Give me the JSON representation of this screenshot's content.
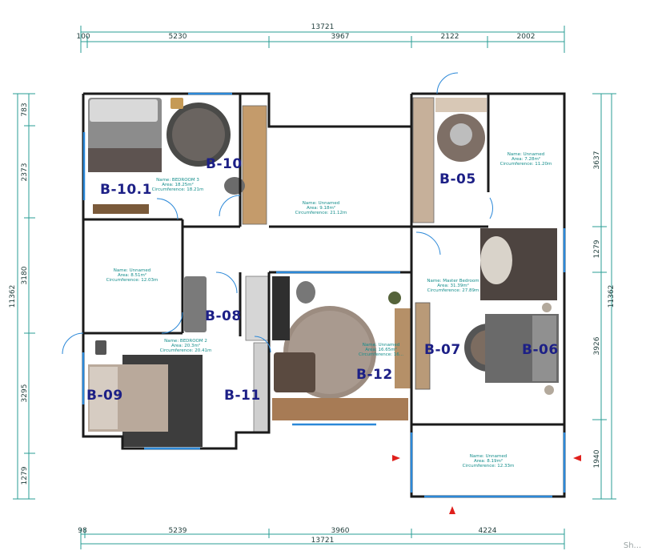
{
  "dimensions": {
    "top_total": "13721",
    "top": [
      "100",
      "5230",
      "3967",
      "2122",
      "2002"
    ],
    "bottom": [
      "98",
      "5239",
      "3960",
      "4224"
    ],
    "bottom_total": "13721",
    "left": [
      "783",
      "2373",
      "3180",
      "3295",
      "1279"
    ],
    "left_total": "11362",
    "right": [
      "3637",
      "1279",
      "3926",
      "1940"
    ],
    "right_total": "11362"
  },
  "rooms": [
    {
      "name": "Name: BEDROOM 3",
      "area": "Area: 18.25m²",
      "circ": "Circumference: 18.21m"
    },
    {
      "name": "Name: Unnamed",
      "area": "Area: 9.18m²",
      "circ": "Circumference: 21.12m"
    },
    {
      "name": "Name: Unnamed",
      "area": "Area: 7.28m²",
      "circ": "Circumference: 11.20m"
    },
    {
      "name": "Name: Unnamed",
      "area": "Area: 8.51m²",
      "circ": "Circumference: 12.03m"
    },
    {
      "name": "Name: Master Bedroom",
      "area": "Area: 31.39m²",
      "circ": "Circumference: 27.89m"
    },
    {
      "name": "Name: BEDROOM 2",
      "area": "Area: 20.3m²",
      "circ": "Circumference: 20.41m"
    },
    {
      "name": "Name: Unnamed",
      "area": "Area: 16.65m²",
      "circ": "Circumference: 16..."
    },
    {
      "name": "Name: Unnamed",
      "area": "Area: 8.19m²",
      "circ": "Circumference: 12.33m"
    }
  ],
  "tags": [
    "B-10",
    "B-10.1",
    "B-05",
    "B-08",
    "B-07",
    "B-06",
    "B-12",
    "B-09",
    "B-11"
  ],
  "watermark": "Sh..."
}
